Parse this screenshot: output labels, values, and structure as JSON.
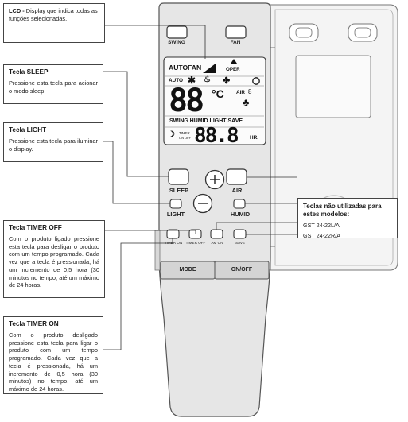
{
  "callouts": {
    "lcd": {
      "title": "LCD - ",
      "body": "Display que indica todas as funções selecionadas."
    },
    "sleep": {
      "title": "Tecla SLEEP",
      "body": "Pressione esta tecla para acionar o modo sleep."
    },
    "light": {
      "title": "Tecla LIGHT",
      "body": "Pressione esta tecla para iluminar o display."
    },
    "timer_off": {
      "title": "Tecla TIMER OFF",
      "body": "Com o produto ligado pressione esta tecla para desligar o produto com um tempo programado. Cada vez que a tecla é pressionada, há um incremento de 0,5 hora (30 minutos no tempo, até um máximo de 24 horas."
    },
    "timer_on": {
      "title": "Tecla TIMER ON",
      "body": "Com o produto desligado pressione esta tecla para ligar o produto com um tempo programado. Cada vez que a tecla é pressionada, há um incremento de 0,5 hora (30 minutos) no tempo, até um máximo de 24 horas."
    },
    "unused": {
      "title": "Teclas não utilizadas para estes modelos:",
      "models": [
        "GST 24-22L/A",
        "GST 24-22R/A"
      ]
    }
  },
  "remote": {
    "buttons": {
      "swing": "SWING",
      "fan": "FAN",
      "sleep": "SLEEP",
      "air": "AIR",
      "light": "LIGHT",
      "humid": "HUMID",
      "timer_on": "TIMER ON",
      "timer_off": "TIMER OFF",
      "am_on": "AM ON",
      "save": "SAVE",
      "mode": "MODE",
      "on_off": "ON/OFF"
    },
    "lcd": {
      "auto": "AUTO",
      "fan": "FAN",
      "oper": "OPER",
      "auto_small": "AUTO",
      "temp": "88",
      "unit": "°C",
      "air": "AIR",
      "air_digit": "8",
      "functions": "SWING HUMID LIGHT SAVE",
      "timer": "TIMER",
      "on_off": "ON OFF",
      "time": "88.8",
      "hr": "HR."
    }
  }
}
